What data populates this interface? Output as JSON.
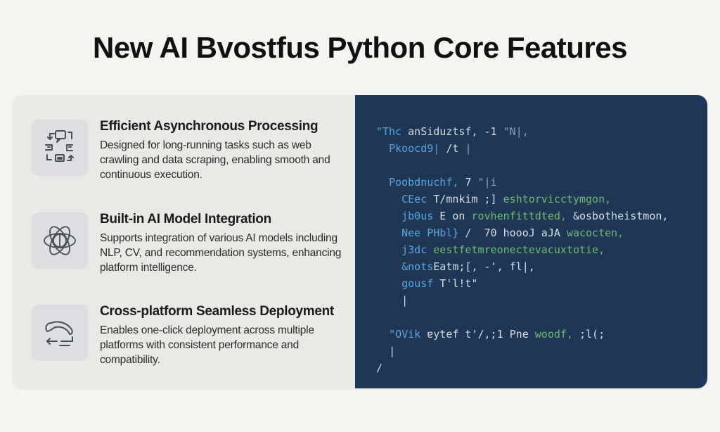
{
  "page": {
    "title": "New AI Bvostfus Python Core Features"
  },
  "features": [
    {
      "icon": "async-flow-icon",
      "title": "Efficient Asynchronous Processing",
      "description": "Designed for long-running tasks such as web crawling and data scraping, enabling smooth and continuous execution."
    },
    {
      "icon": "ai-network-icon",
      "title": "Built-in AI Model Integration",
      "description": "Supports integration of various AI models including NLP, CV, and recommendation systems, enhancing platform intelligence."
    },
    {
      "icon": "deploy-loop-icon",
      "title": "Cross-platform Seamless Deployment",
      "description": "Enables one-click deployment across multiple platforms with consistent performance and compatibility."
    }
  ],
  "code_panel": {
    "background": "#1e3757",
    "keyword_color": "#5aa6dc",
    "string_color": "#6dbb6d",
    "lines": [
      {
        "indent": "",
        "kw": "\"Thc",
        "txt": " anSiduztsf, -1 ",
        "extra": "\"N|,"
      },
      {
        "indent": "  ",
        "kw": "Pkoocd9|",
        "txt": " /t ",
        "extra": "|"
      },
      {
        "indent": "",
        "kw": "",
        "txt": "",
        "extra": ""
      },
      {
        "indent": "  ",
        "kw": "Poobdnuchf,",
        "txt": " 7 ",
        "extra": "\"|i"
      },
      {
        "indent": "    ",
        "kw": "CEec",
        "txt": " T/mnkim ;] ",
        "str": "eshtorvicctymgon,"
      },
      {
        "indent": "    ",
        "kw": "jb0us",
        "txt": " E on ",
        "str": "rovhenfittdted,",
        "tail": " &osbotheistmon,"
      },
      {
        "indent": "    ",
        "kw": "Nee PHbl}",
        "txt": " /  70 hoooJ aJA ",
        "str": "wacocten,"
      },
      {
        "indent": "    ",
        "kw": "j3dc",
        "txt": " ",
        "str": "eestfetmreonectevacuxtotie,"
      },
      {
        "indent": "    ",
        "kw": "&nots",
        "txt": "Eatm;[, -', fl|,"
      },
      {
        "indent": "    ",
        "kw": "gousf",
        "txt": " T'l!t\""
      },
      {
        "indent": "    ",
        "kw": "",
        "txt": "|"
      },
      {
        "indent": "",
        "kw": "",
        "txt": "",
        "extra": ""
      },
      {
        "indent": "  ",
        "kw": "\"OVik",
        "txt": " ɐytef t'/,;1 Pne ",
        "str": "woodf,",
        "tail": " ;l(;"
      },
      {
        "indent": "  ",
        "kw": "",
        "txt": "|"
      },
      {
        "indent": "",
        "kw": "",
        "txt": "/"
      }
    ]
  }
}
